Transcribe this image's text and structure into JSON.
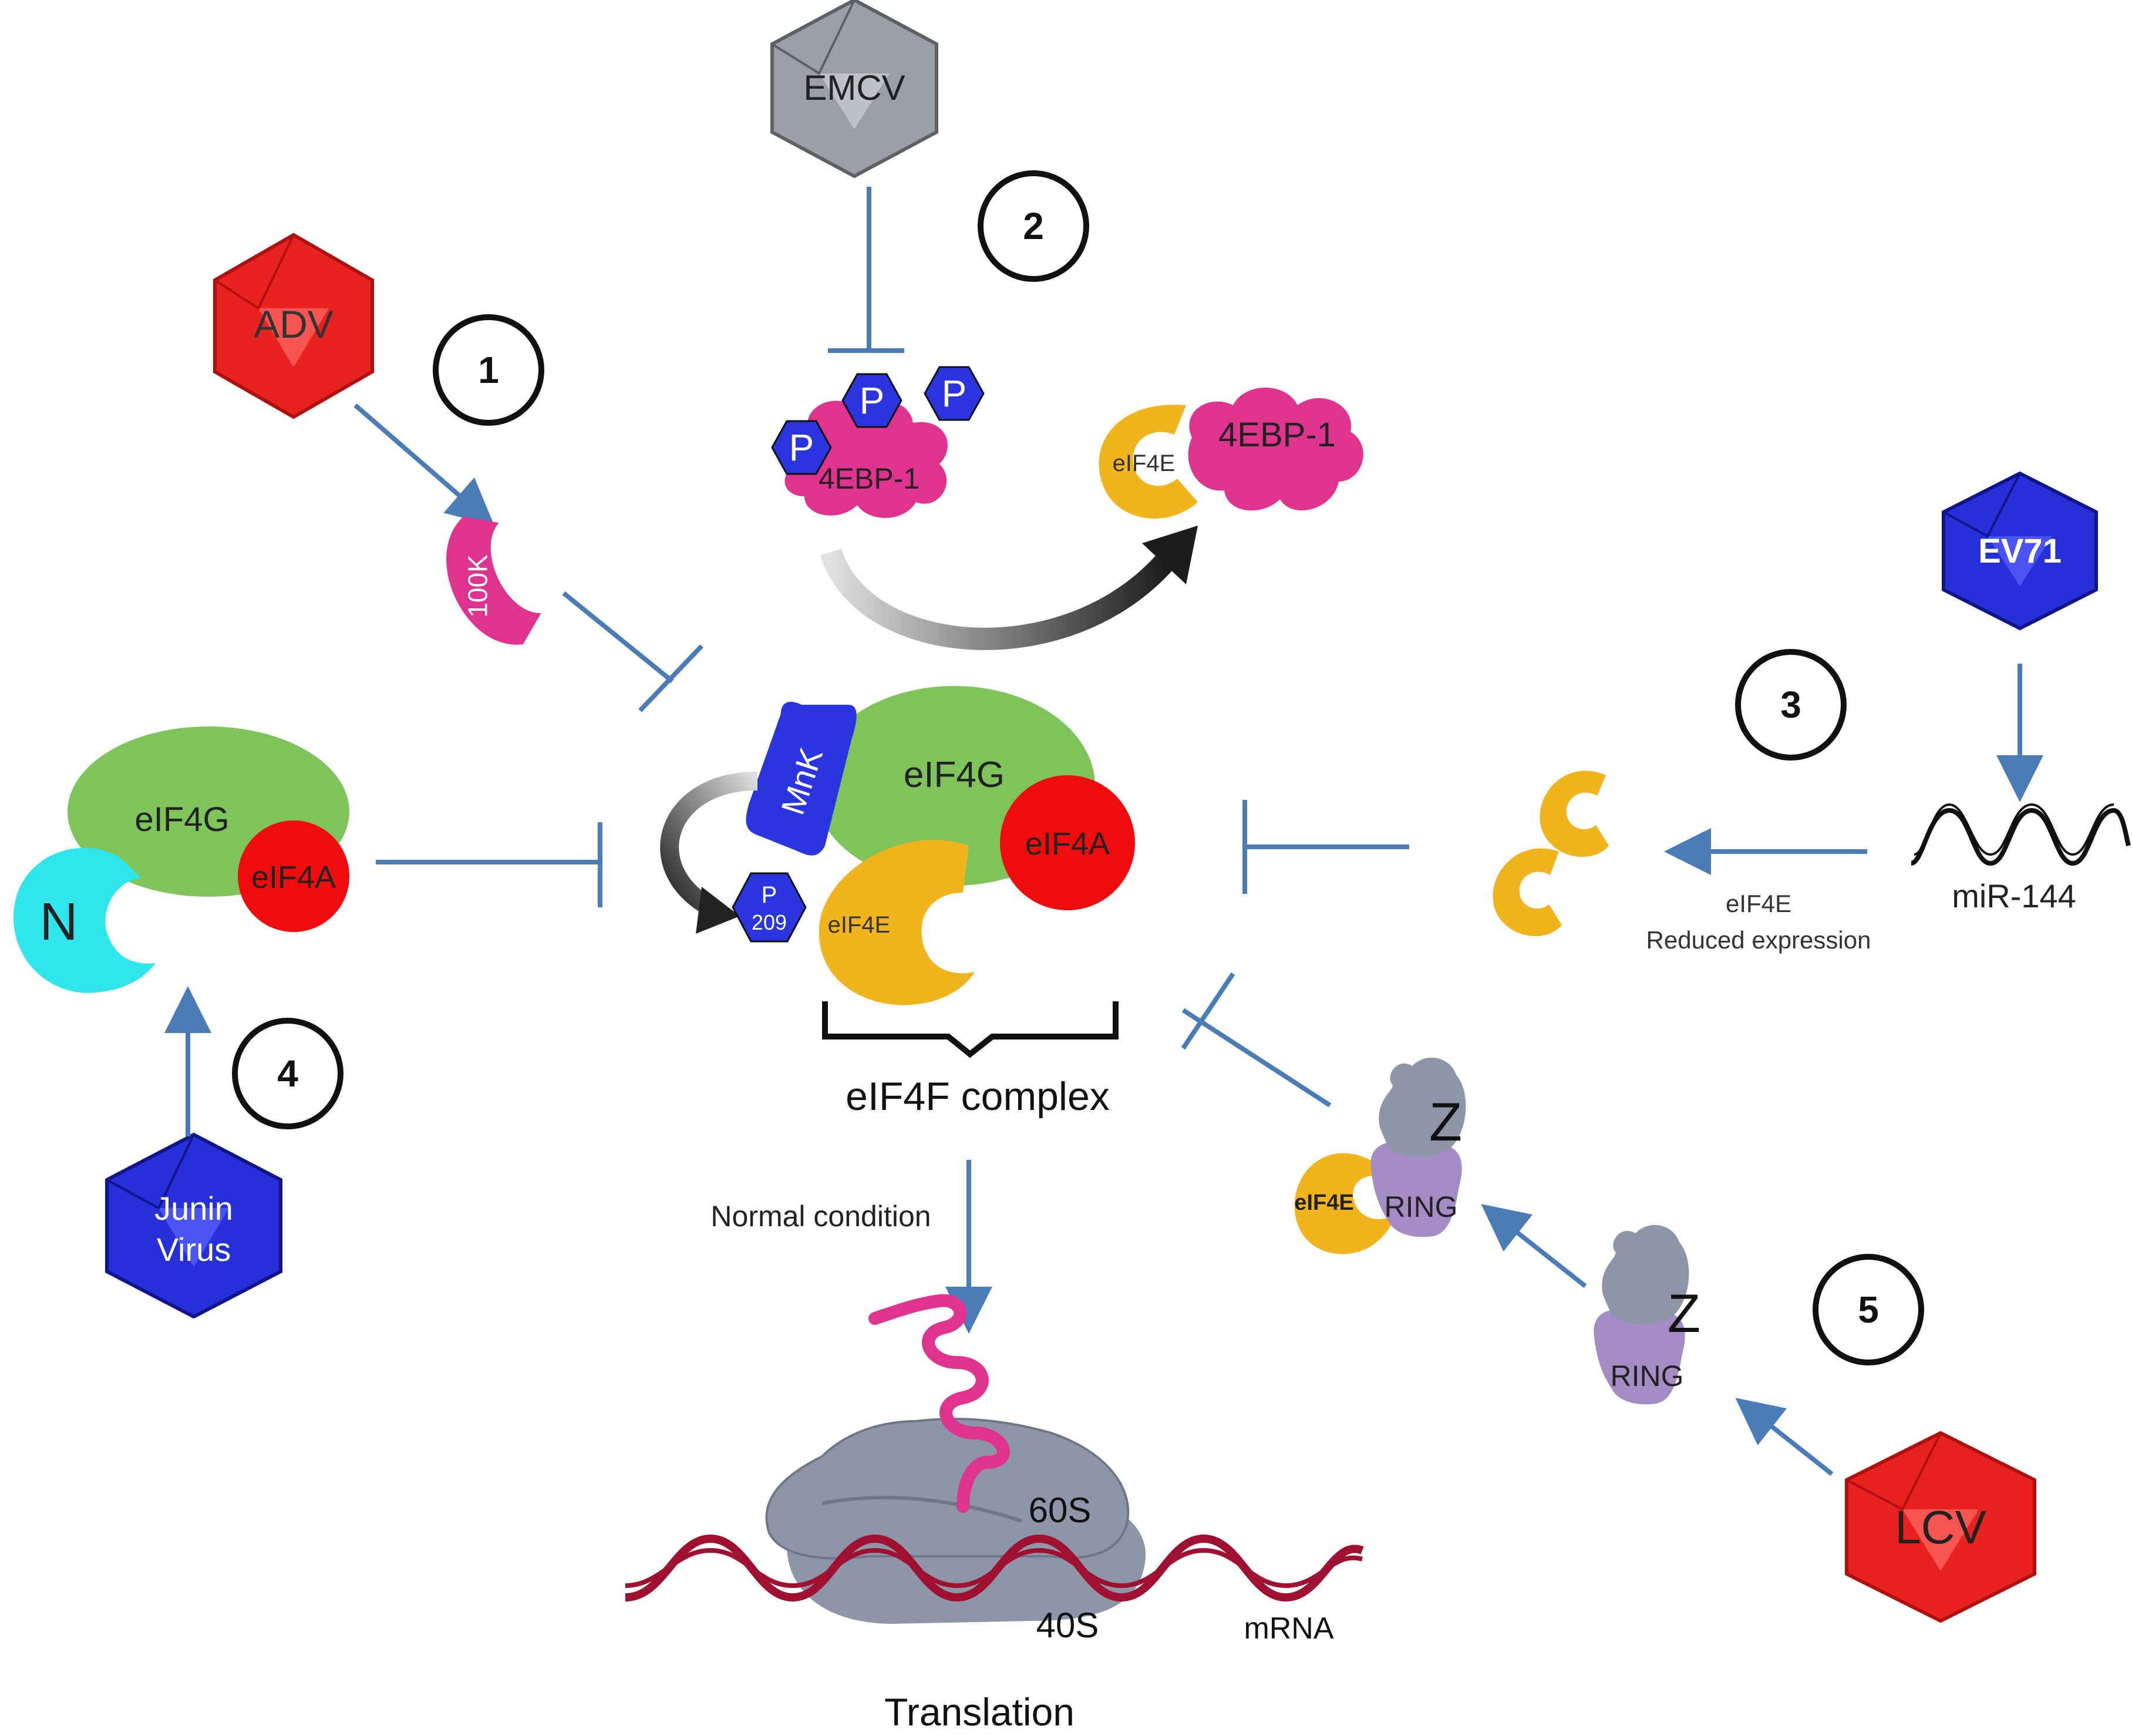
{
  "colors": {
    "arrow": "#4a7db8",
    "red_virus": "#e8231f",
    "gray_virus": "#9aa0a6",
    "blue_virus": "#2630d8",
    "green": "#7fc45a",
    "yellow": "#f2b41c",
    "magenta": "#e0328f",
    "red_ball": "#f00c0c",
    "cyan": "#2ee6ec",
    "mnk_blue": "#2a35e0",
    "ribosome": "#8c96a6",
    "ring_purple": "#a48cc4",
    "mrna": "#a01030"
  },
  "viruses": {
    "adv": "ADV",
    "emcv": "EMCV",
    "ev71": "EV71",
    "junin_line1": "Junin",
    "junin_line2": "Virus",
    "lcv": "LCV"
  },
  "steps": {
    "s1": "1",
    "s2": "2",
    "s3": "3",
    "s4": "4",
    "s5": "5"
  },
  "proteins": {
    "p100k": "100K",
    "p": "P",
    "p209_top": "P",
    "p209_bottom": "209",
    "bp4ebp1": "4EBP-1",
    "eif4e": "eIF4E",
    "eif4g": "eIF4G",
    "eif4a": "eIF4A",
    "mnk": "MnK",
    "n": "N",
    "z": "Z",
    "ring": "RING"
  },
  "labels": {
    "mir144": "miR-144",
    "eif4e_reduced_line1": "eIF4E",
    "eif4e_reduced_line2": "Reduced expression",
    "complex": "eIF4F complex",
    "normal_condition": "Normal condition",
    "s60": "60S",
    "s40": "40S",
    "mrna": "mRNA",
    "translation": "Translation"
  }
}
